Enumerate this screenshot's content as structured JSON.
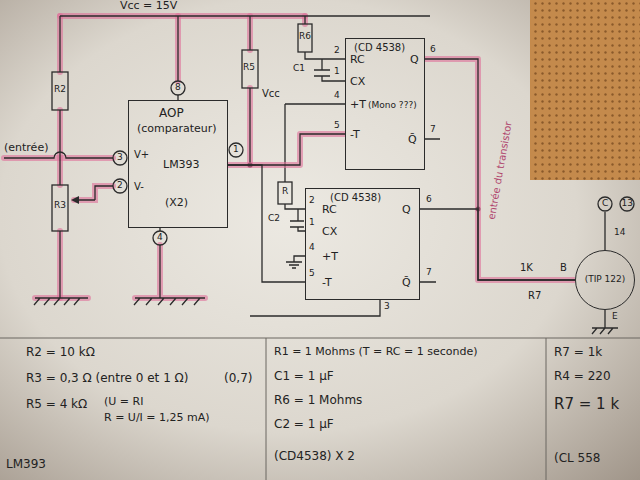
{
  "diagram": {
    "nodes": [
      {
        "text": [
          "AOP",
          "(comparateur)",
          "LM393",
          "(X2)",
          "V+",
          "V-"
        ]
      },
      {
        "text": [
          "(CD 4538)",
          "RC",
          "CX",
          "+T",
          "-T",
          "Q",
          "Q̄",
          "(Mono ???)"
        ]
      },
      {
        "text": [
          "(CD 4538)",
          "RC",
          "CX",
          "+T",
          "-T",
          "Q",
          "Q̄"
        ]
      },
      {
        "text": [
          "(TIP 122)"
        ]
      }
    ],
    "edges": [
      {
        "from": 0,
        "to": 1,
        "arrow": "none"
      },
      {
        "from": 0,
        "to": 2,
        "arrow": "none"
      },
      {
        "from": 1,
        "to": 3,
        "arrow": "none"
      },
      {
        "from": 2,
        "to": 3,
        "arrow": "none"
      }
    ],
    "labels": [
      "Vcc = 15V",
      "(entrée)",
      "R2",
      "R3",
      "3",
      "2",
      "8",
      "4",
      "1",
      "R5",
      "R6",
      "C1",
      "Vcc",
      "2",
      "1",
      "4",
      "5",
      "6",
      "7",
      "2",
      "1",
      "4",
      "5",
      "6",
      "7",
      "3",
      "R",
      "C2",
      "entrée du transistor",
      "1K",
      "B",
      "C",
      "13",
      "14",
      "E",
      "R7",
      "R2 = 10 kΩ",
      "R3 = 0,3 Ω (entre 0 et 1 Ω)",
      "(0,7)",
      "R5 = 4 kΩ",
      "(U = RI",
      "R = U/I = 1,25 mA)",
      "LM393",
      "R1 = 1 Mohms (T = RC = 1 seconde)",
      "C1 = 1 µF",
      "R6 = 1 Mohms",
      "C2 = 1 µF",
      "(CD4538) X 2",
      "R7 = 1k",
      "R4 = 220",
      "R7 = 1 k",
      "(CL 558"
    ]
  }
}
